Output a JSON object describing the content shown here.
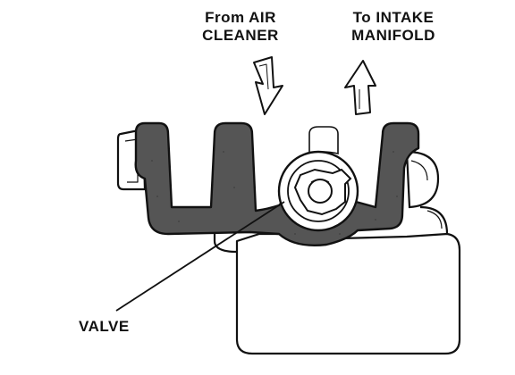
{
  "labels": {
    "from": [
      "From AIR",
      "CLEANER"
    ],
    "to": [
      "To INTAKE",
      "MANIFOLD"
    ],
    "valve": "VALVE"
  }
}
